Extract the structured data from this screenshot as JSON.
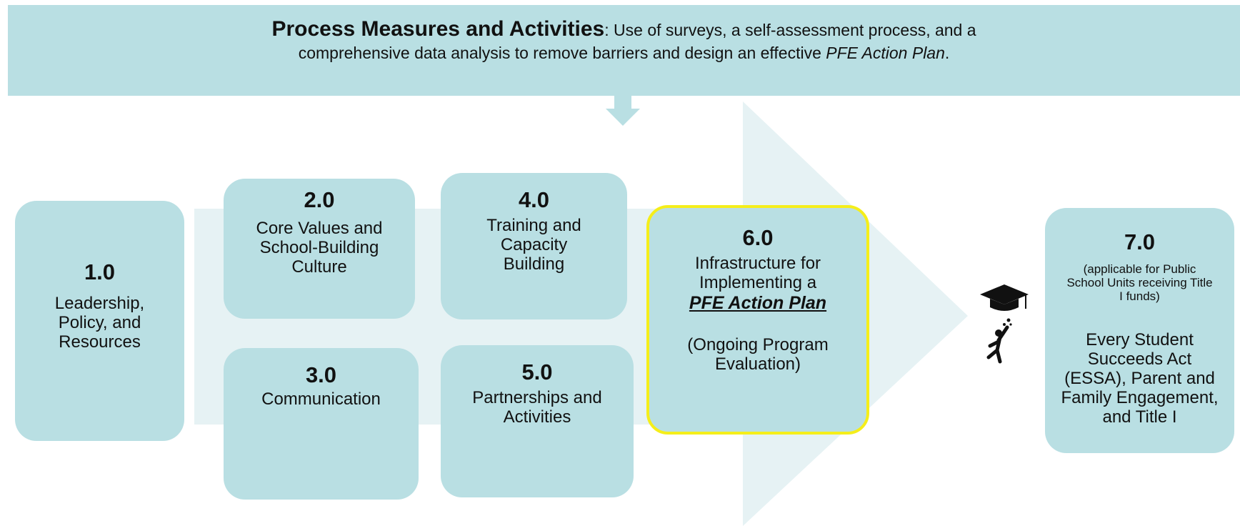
{
  "header": {
    "title": "Process Measures and Activities",
    "desc_line1": ": Use of surveys, a self-assessment process, and a",
    "desc_line2": "comprehensive data analysis to remove barriers and design an effective",
    "desc_italic": "PFE Action Plan",
    "desc_end": "."
  },
  "boxes": [
    {
      "number": "1.0",
      "lines": [
        "Leadership,",
        "Policy, and",
        "Resources"
      ]
    },
    {
      "number": "2.0",
      "lines": [
        "Core Values and",
        "School-Building",
        "Culture"
      ]
    },
    {
      "number": "3.0",
      "lines": [
        "Communication"
      ]
    },
    {
      "number": "4.0",
      "lines": [
        "Training and",
        "Capacity",
        "Building"
      ]
    },
    {
      "number": "5.0",
      "lines": [
        "Partnerships and",
        "Activities"
      ]
    },
    {
      "number": "6.0",
      "lines": [
        "Infrastructure for",
        "Implementing a"
      ],
      "plan": "PFE Action Plan",
      "extra": [
        "(Ongoing Program",
        "Evaluation)"
      ],
      "highlight_color": "#f5ee1a"
    },
    {
      "number": "7.0",
      "note": [
        "(applicable for Public",
        "School Units receiving Title",
        "I funds)"
      ],
      "lines": [
        "Every Student",
        "Succeeds Act",
        "(ESSA), Parent and",
        "Family Engagement,",
        "and Title I"
      ]
    }
  ],
  "icons": {
    "graduation": "graduation-cap-student-icon",
    "down_arrow": "down-arrow-icon"
  },
  "colors": {
    "box": "#b9dfe3",
    "arrow": "#e6f2f4",
    "highlight": "#f5ee1a"
  }
}
